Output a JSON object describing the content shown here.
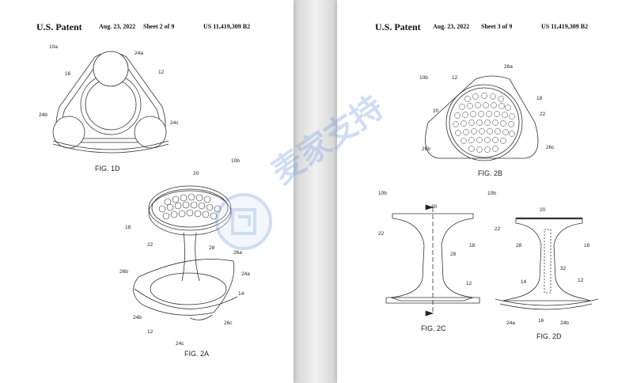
{
  "left_page": {
    "header": {
      "title": "U.S. Patent",
      "date": "Aug. 23, 2022",
      "sheet": "Sheet 2 of 9",
      "number": "US 11,419,309 B2"
    },
    "figures": [
      {
        "caption": "FIG. 1D",
        "labels": [
          "10a",
          "24a",
          "16",
          "12",
          "24b",
          "24c"
        ]
      },
      {
        "caption": "FIG. 2A",
        "labels": [
          "10b",
          "20",
          "18",
          "22",
          "28",
          "26a",
          "26b",
          "24a",
          "14",
          "24b",
          "12",
          "26c",
          "24c"
        ]
      }
    ]
  },
  "right_page": {
    "header": {
      "title": "U.S. Patent",
      "date": "Aug. 23, 2022",
      "sheet": "Sheet 3 of 9",
      "number": "US 11,419,309 B2"
    },
    "figures": [
      {
        "caption": "FIG. 2B",
        "labels": [
          "26a",
          "10b",
          "12",
          "18",
          "20",
          "22",
          "26b",
          "26c"
        ]
      },
      {
        "caption": "FIG. 2C",
        "labels": [
          "10b",
          "30",
          "22",
          "18",
          "28",
          "12"
        ]
      },
      {
        "caption": "FIG. 2D",
        "labels": [
          "10b",
          "20",
          "22",
          "18",
          "28",
          "32",
          "14",
          "12",
          "24a",
          "16",
          "24b"
        ]
      }
    ]
  },
  "watermark": {
    "text": "麦家支持",
    "icon": "shield-logo-icon",
    "color": "#78a0dc"
  }
}
